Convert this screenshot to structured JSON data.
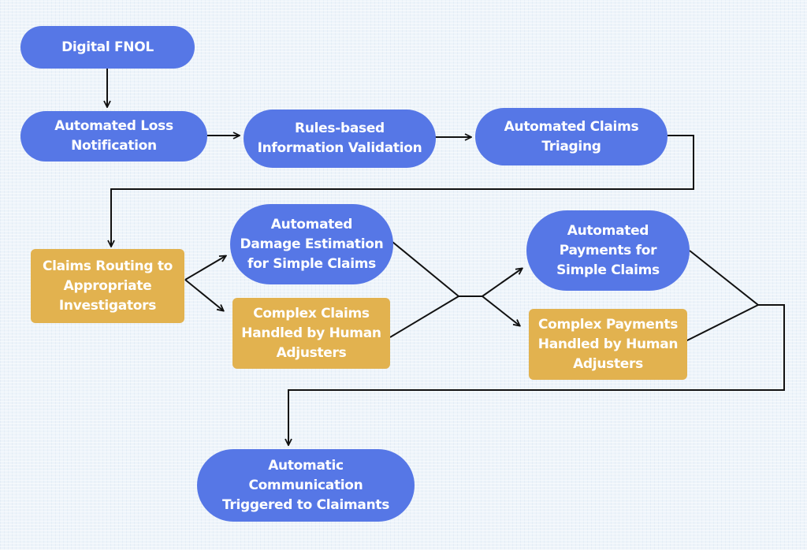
{
  "colors": {
    "automated_step": "#5677e6",
    "human_step": "#e2b24f",
    "background": "#eef4fa",
    "connector": "#111111",
    "text": "#ffffff"
  },
  "nodes": {
    "digital_fnol": "Digital FNOL",
    "automated_loss_notification": "Automated Loss\nNotification",
    "rules_based_validation": "Rules-based\nInformation Validation",
    "automated_claims_triaging": "Automated Claims\nTriaging",
    "claims_routing": "Claims Routing to\nAppropriate\nInvestigators",
    "automated_damage_estimation": "Automated\nDamage Estimation\nfor Simple Claims",
    "complex_claims_human": "Complex Claims\nHandled by Human\nAdjusters",
    "automated_payments": "Automated\nPayments for\nSimple Claims",
    "complex_payments_human": "Complex Payments\nHandled by Human\nAdjusters",
    "automatic_communication": "Automatic\nCommunication\nTriggered to Claimants"
  }
}
